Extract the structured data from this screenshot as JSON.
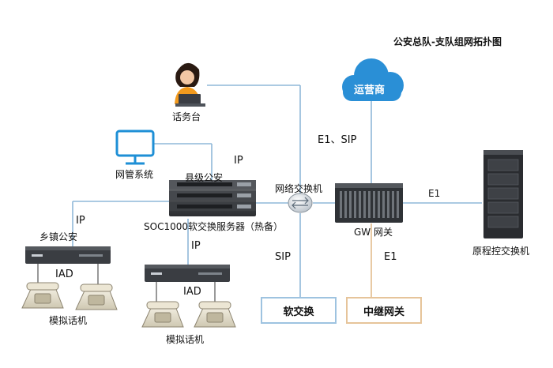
{
  "title": "公安总队-支队组网拓扑图",
  "nodes": {
    "operator": "运营商",
    "console": "话务台",
    "nms": "网管系统",
    "county": "县级公安",
    "soft_server": "SOC1000软交换服务器（热备）",
    "net_switch": "网络交换机",
    "gw": "GW 网关",
    "pbx": "原程控交换机",
    "town": "乡镇公安",
    "softswitch": "软交换",
    "trunk_gw": "中继网关",
    "phone_left": "模拟话机",
    "phone_center": "模拟话机"
  },
  "links": {
    "e1_sip": "E1、SIP",
    "ip_top": "IP",
    "e1_right": "E1",
    "ip_left": "IP",
    "ip_center": "IP",
    "sip": "SIP",
    "e1_bottom": "E1",
    "iad_left": "IAD",
    "iad_center": "IAD"
  },
  "colors": {
    "line_blue": "#8fb8d8",
    "line_tan": "#e6c49a",
    "cloud": "#2a8fd6",
    "box_border_blue": "#9ec3e0",
    "box_border_tan": "#e6c49a",
    "monitor": "#1e8fd6"
  }
}
